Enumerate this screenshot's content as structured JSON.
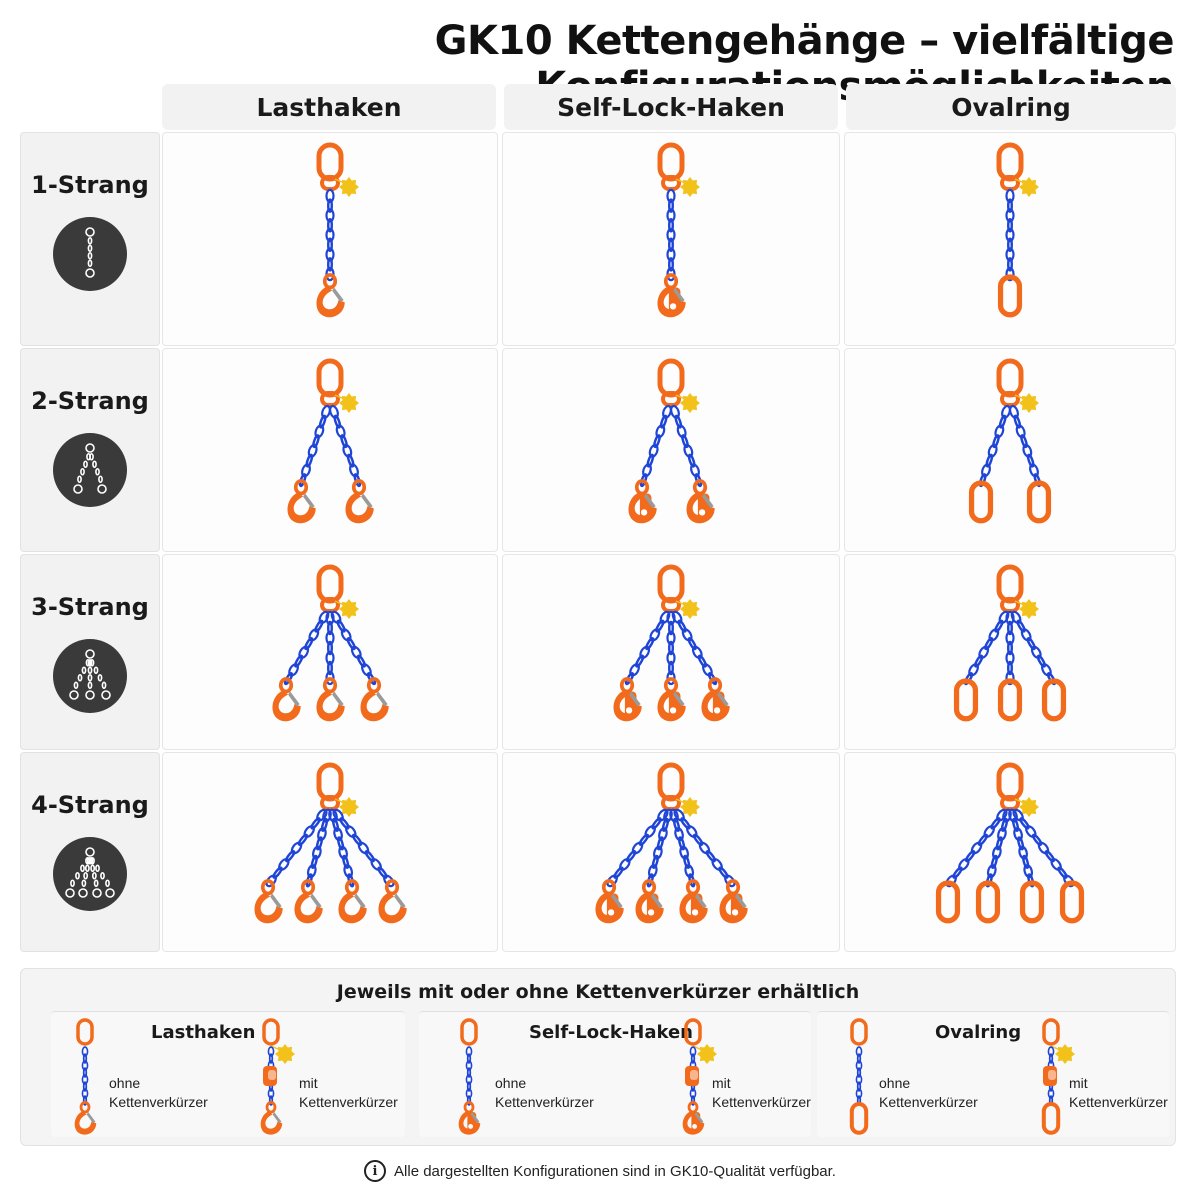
{
  "title": "GK10 Kettengehänge – vielfältige Konfigurationsmöglichkeiten",
  "columns": [
    {
      "label": "Lasthaken",
      "end": "hook"
    },
    {
      "label": "Self-Lock-Haken",
      "end": "selflock"
    },
    {
      "label": "Ovalring",
      "end": "ring"
    }
  ],
  "rows": [
    {
      "label": "1-Strang",
      "strands": 1
    },
    {
      "label": "2-Strang",
      "strands": 2
    },
    {
      "label": "3-Strang",
      "strands": 3
    },
    {
      "label": "4-Strang",
      "strands": 4
    }
  ],
  "shortener": {
    "title": "Jeweils mit oder ohne Kettenverkürzer erhältlich",
    "variants": [
      {
        "name": "Lasthaken",
        "without": "ohne\nKettenverkürzer",
        "with": "mit\nKettenverkürzer",
        "end": "hook"
      },
      {
        "name": "Self-Lock-Haken",
        "without": "ohne\nKettenverkürzer",
        "with": "mit\nKettenverkürzer",
        "end": "selflock"
      },
      {
        "name": "Ovalring",
        "without": "ohne\nKettenverkürzer",
        "with": "mit\nKettenverkürzer",
        "end": "ring"
      }
    ]
  },
  "footnote": "Alle dargestellten Konfigurationen sind in GK10-Qualität verfügbar.",
  "info_icon": "i",
  "colors": {
    "chain": "#1f45d6",
    "hardware": "#f26a1b",
    "tag": "#f2c21b",
    "icon_bg": "#3a3a3a",
    "latch": "#9a9a9a"
  },
  "icons": {
    "row_icon": "chain-sling-icon",
    "footnote_icon": "info-icon"
  }
}
